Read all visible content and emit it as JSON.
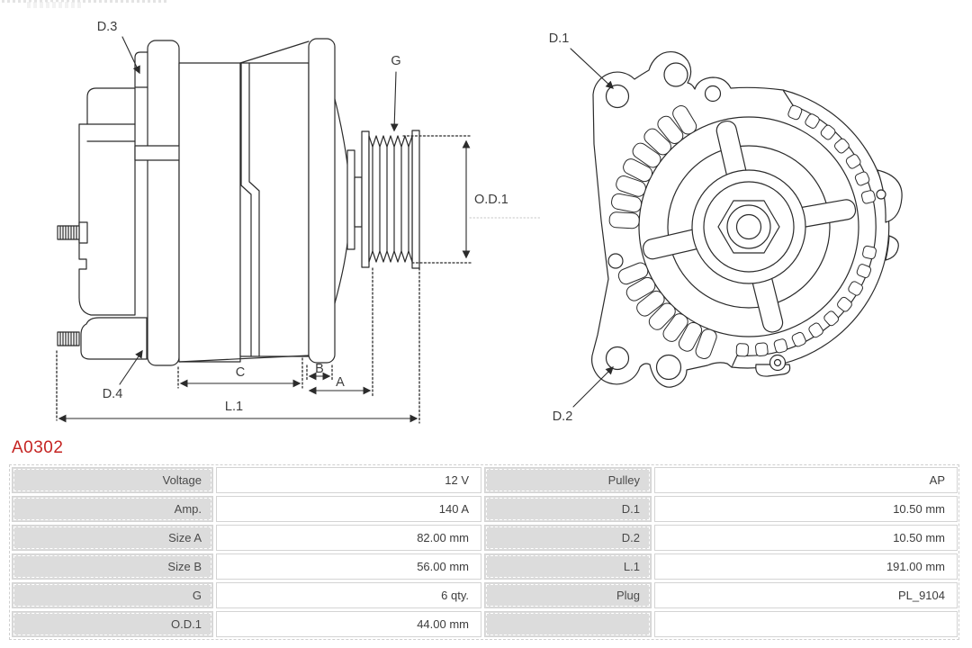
{
  "page": {
    "part_number": "A0302"
  },
  "colors": {
    "accent_red": "#c52422",
    "line": "#2b2b2b",
    "table_label_bg": "#dcdcdc"
  },
  "side_view": {
    "labels": {
      "d3": "D.3",
      "d4": "D.4",
      "g": "G",
      "od1": "O.D.1",
      "c": "C",
      "b": "B",
      "a": "A",
      "l1": "L.1"
    }
  },
  "front_view": {
    "labels": {
      "d1": "D.1",
      "d2": "D.2"
    }
  },
  "spec_table": {
    "left_rows": [
      {
        "label": "Voltage",
        "value": "12 V"
      },
      {
        "label": "Amp.",
        "value": "140 A"
      },
      {
        "label": "Size A",
        "value": "82.00 mm"
      },
      {
        "label": "Size B",
        "value": "56.00 mm"
      },
      {
        "label": "G",
        "value": "6 qty."
      },
      {
        "label": "O.D.1",
        "value": "44.00 mm"
      }
    ],
    "right_rows": [
      {
        "label": "Pulley",
        "value": "AP"
      },
      {
        "label": "D.1",
        "value": "10.50 mm"
      },
      {
        "label": "D.2",
        "value": "10.50 mm"
      },
      {
        "label": "L.1",
        "value": "191.00 mm"
      },
      {
        "label": "Plug",
        "value": "PL_9104"
      },
      {
        "label": "",
        "value": ""
      }
    ]
  }
}
